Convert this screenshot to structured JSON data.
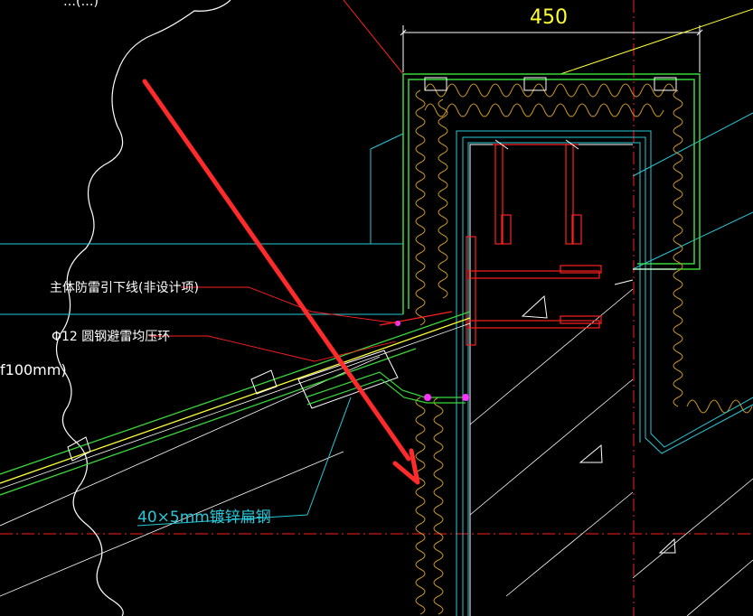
{
  "drawing": {
    "top_label_partial": "…(…)",
    "dimension_top": "450",
    "label_downlead": "主体防雷引下线(非设计项)",
    "label_ring": "Φ12 圆钢避雷均压环",
    "label_left_partial": "f100mm)",
    "label_flat_steel": "40×5mm镀锌扁钢"
  },
  "colors": {
    "background": "#000000",
    "outline": "#ffffff",
    "green": "#38d838",
    "yellow": "#ffff33",
    "red": "#ff2020",
    "cyan": "#28c8d8",
    "orange": "#c8962c",
    "magenta": "#ff33ff",
    "arrow": "#ff2a2a"
  }
}
